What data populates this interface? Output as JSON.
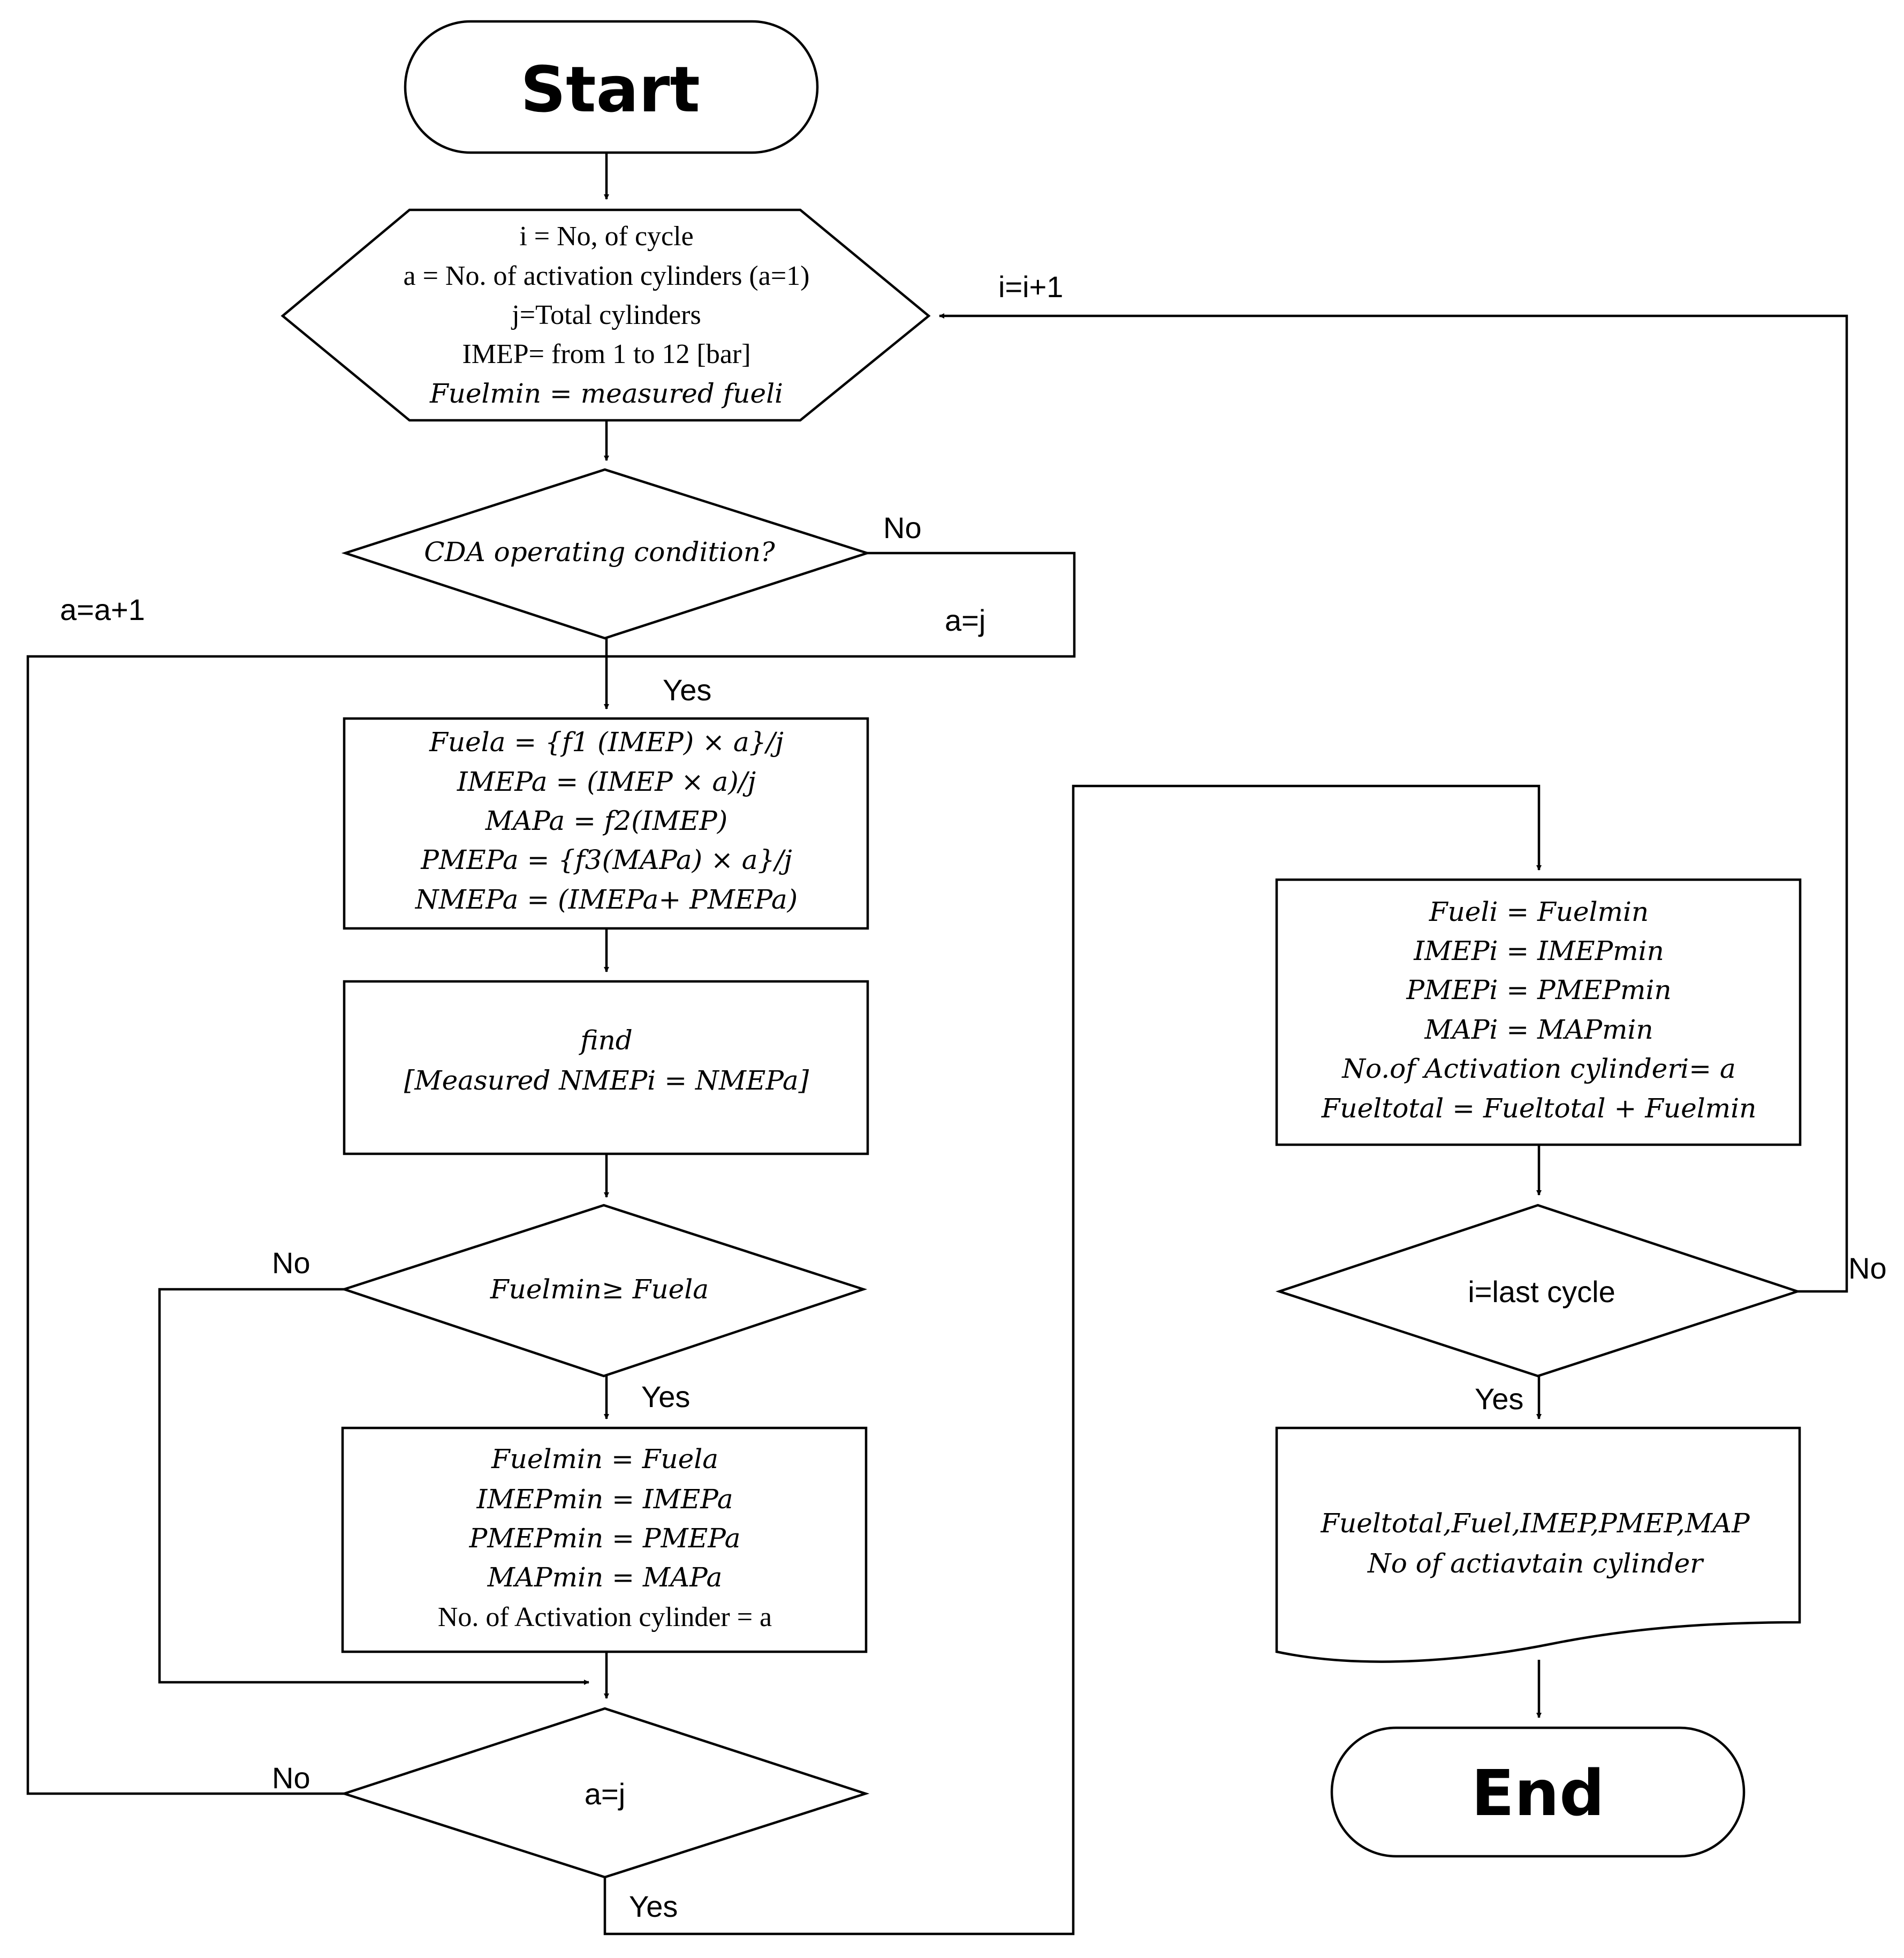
{
  "terminals": {
    "start": "Start",
    "end": "End"
  },
  "init": {
    "line1": "i = No, of cycle",
    "line2": "a = No. of activation cylinders (a=1)",
    "line3": "j=Total cylinders",
    "line4": "IMEP= from 1 to 12 [bar]",
    "line5": "Fuelmin = measured fueli"
  },
  "cda_decision": {
    "text": "CDA operating condition?",
    "no_label": "No",
    "yes_label": "Yes",
    "no_action": "a=j"
  },
  "loop_label_a": "a=a+1",
  "loop_label_i": "i=i+1",
  "calc_box": {
    "line1": "Fuela = {f1 (IMEP) × a}/j",
    "line2": "IMEPa = (IMEP × a)/j",
    "line3": "MAPa = f2(IMEP)",
    "line4": "PMEPa = {f3(MAPa) × a}/j",
    "line5": "NMEPa = (IMEPa+ PMEPa)"
  },
  "find_box": {
    "line1": "find",
    "line2": "[Measured NMEPi = NMEPa]"
  },
  "fuel_decision": {
    "text": "Fuelmin≥ Fuela",
    "no_label": "No",
    "yes_label": "Yes"
  },
  "min_box": {
    "line1": "Fuelmin = Fuela",
    "line2": "IMEPmin = IMEPa",
    "line3": "PMEPmin = PMEPa",
    "line4": "MAPmin = MAPa",
    "line5": "No. of Activation cylinder = a"
  },
  "aj_decision": {
    "text": "a=j",
    "no_label": "No",
    "yes_label": "Yes"
  },
  "assign_box": {
    "line1": "Fueli = Fuelmin",
    "line2": "IMEPi = IMEPmin",
    "line3": "PMEPi = PMEPmin",
    "line4": "MAPi = MAPmin",
    "line5": "No.of Activation cylinderi= a",
    "line6": "Fueltotal = Fueltotal + Fuelmin"
  },
  "last_decision": {
    "text": "i=last cycle",
    "no_label": "No",
    "yes_label": "Yes"
  },
  "output_doc": {
    "line1": "Fueltotal,Fuel,IMEP,PMEP,MAP",
    "line2": "No of actiavtain cylinder"
  }
}
